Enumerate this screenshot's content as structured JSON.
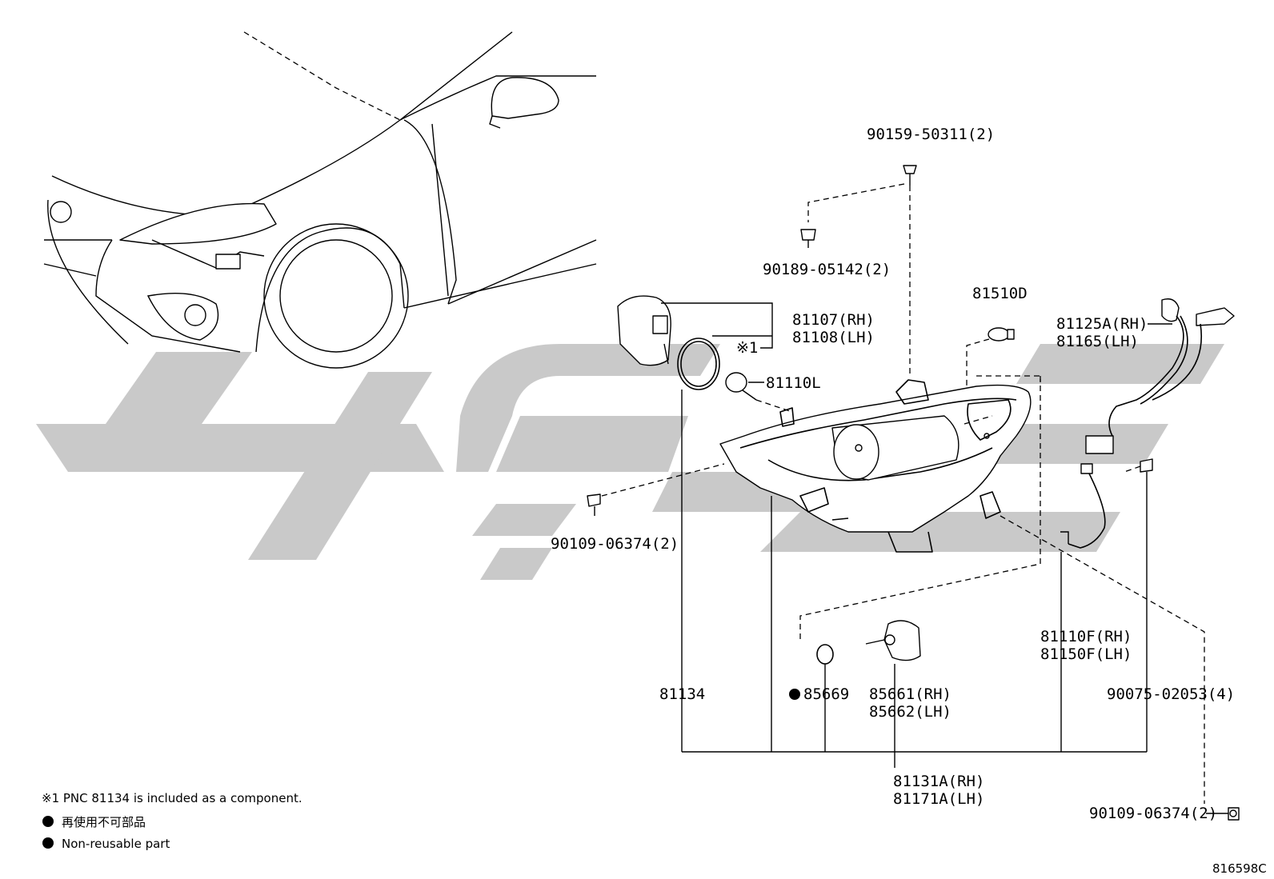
{
  "callouts": {
    "p90159": "90159-50311(2)",
    "p90189": "90189-05142(2)",
    "p81510d": "81510D",
    "p81107": "81107(RH)",
    "p81108": "81108(LH)",
    "note_ref": "※1",
    "p81110l": "81110L",
    "p81125a": "81125A(RH)",
    "p81165": "81165(LH)",
    "p90109a": "90109-06374(2)",
    "p81110f": "81110F(RH)",
    "p81150f": "81150F(LH)",
    "p81134": "81134",
    "p85669": "85669",
    "p85661": "85661(RH)",
    "p85662": "85662(LH)",
    "p90075": "90075-02053(4)",
    "p81131a": "81131A(RH)",
    "p81171a": "81171A(LH)",
    "p90109b": "90109-06374(2)"
  },
  "notes": {
    "pnc": "※1 PNC 81134 is included as a component.",
    "nonreusable_jp": "再使用不可部品",
    "nonreusable_en": "Non-reusable part"
  },
  "figure_id": "816598C",
  "colors": {
    "line": "#000000",
    "watermark": "#c9c9c9"
  },
  "icons": {
    "nonreusable_marker": "filled-circle"
  }
}
